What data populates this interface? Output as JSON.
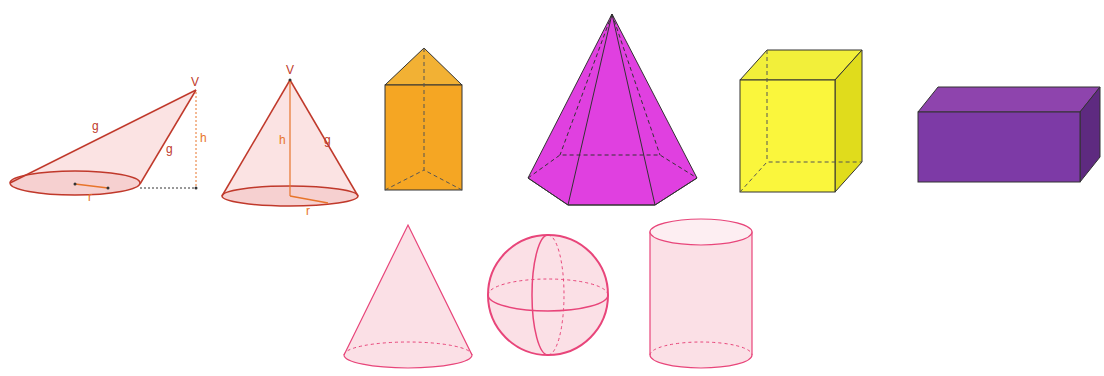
{
  "diagram": {
    "labels": [
      "V",
      "g",
      "g",
      "h",
      "r",
      "V",
      "h",
      "g",
      "r"
    ]
  }
}
